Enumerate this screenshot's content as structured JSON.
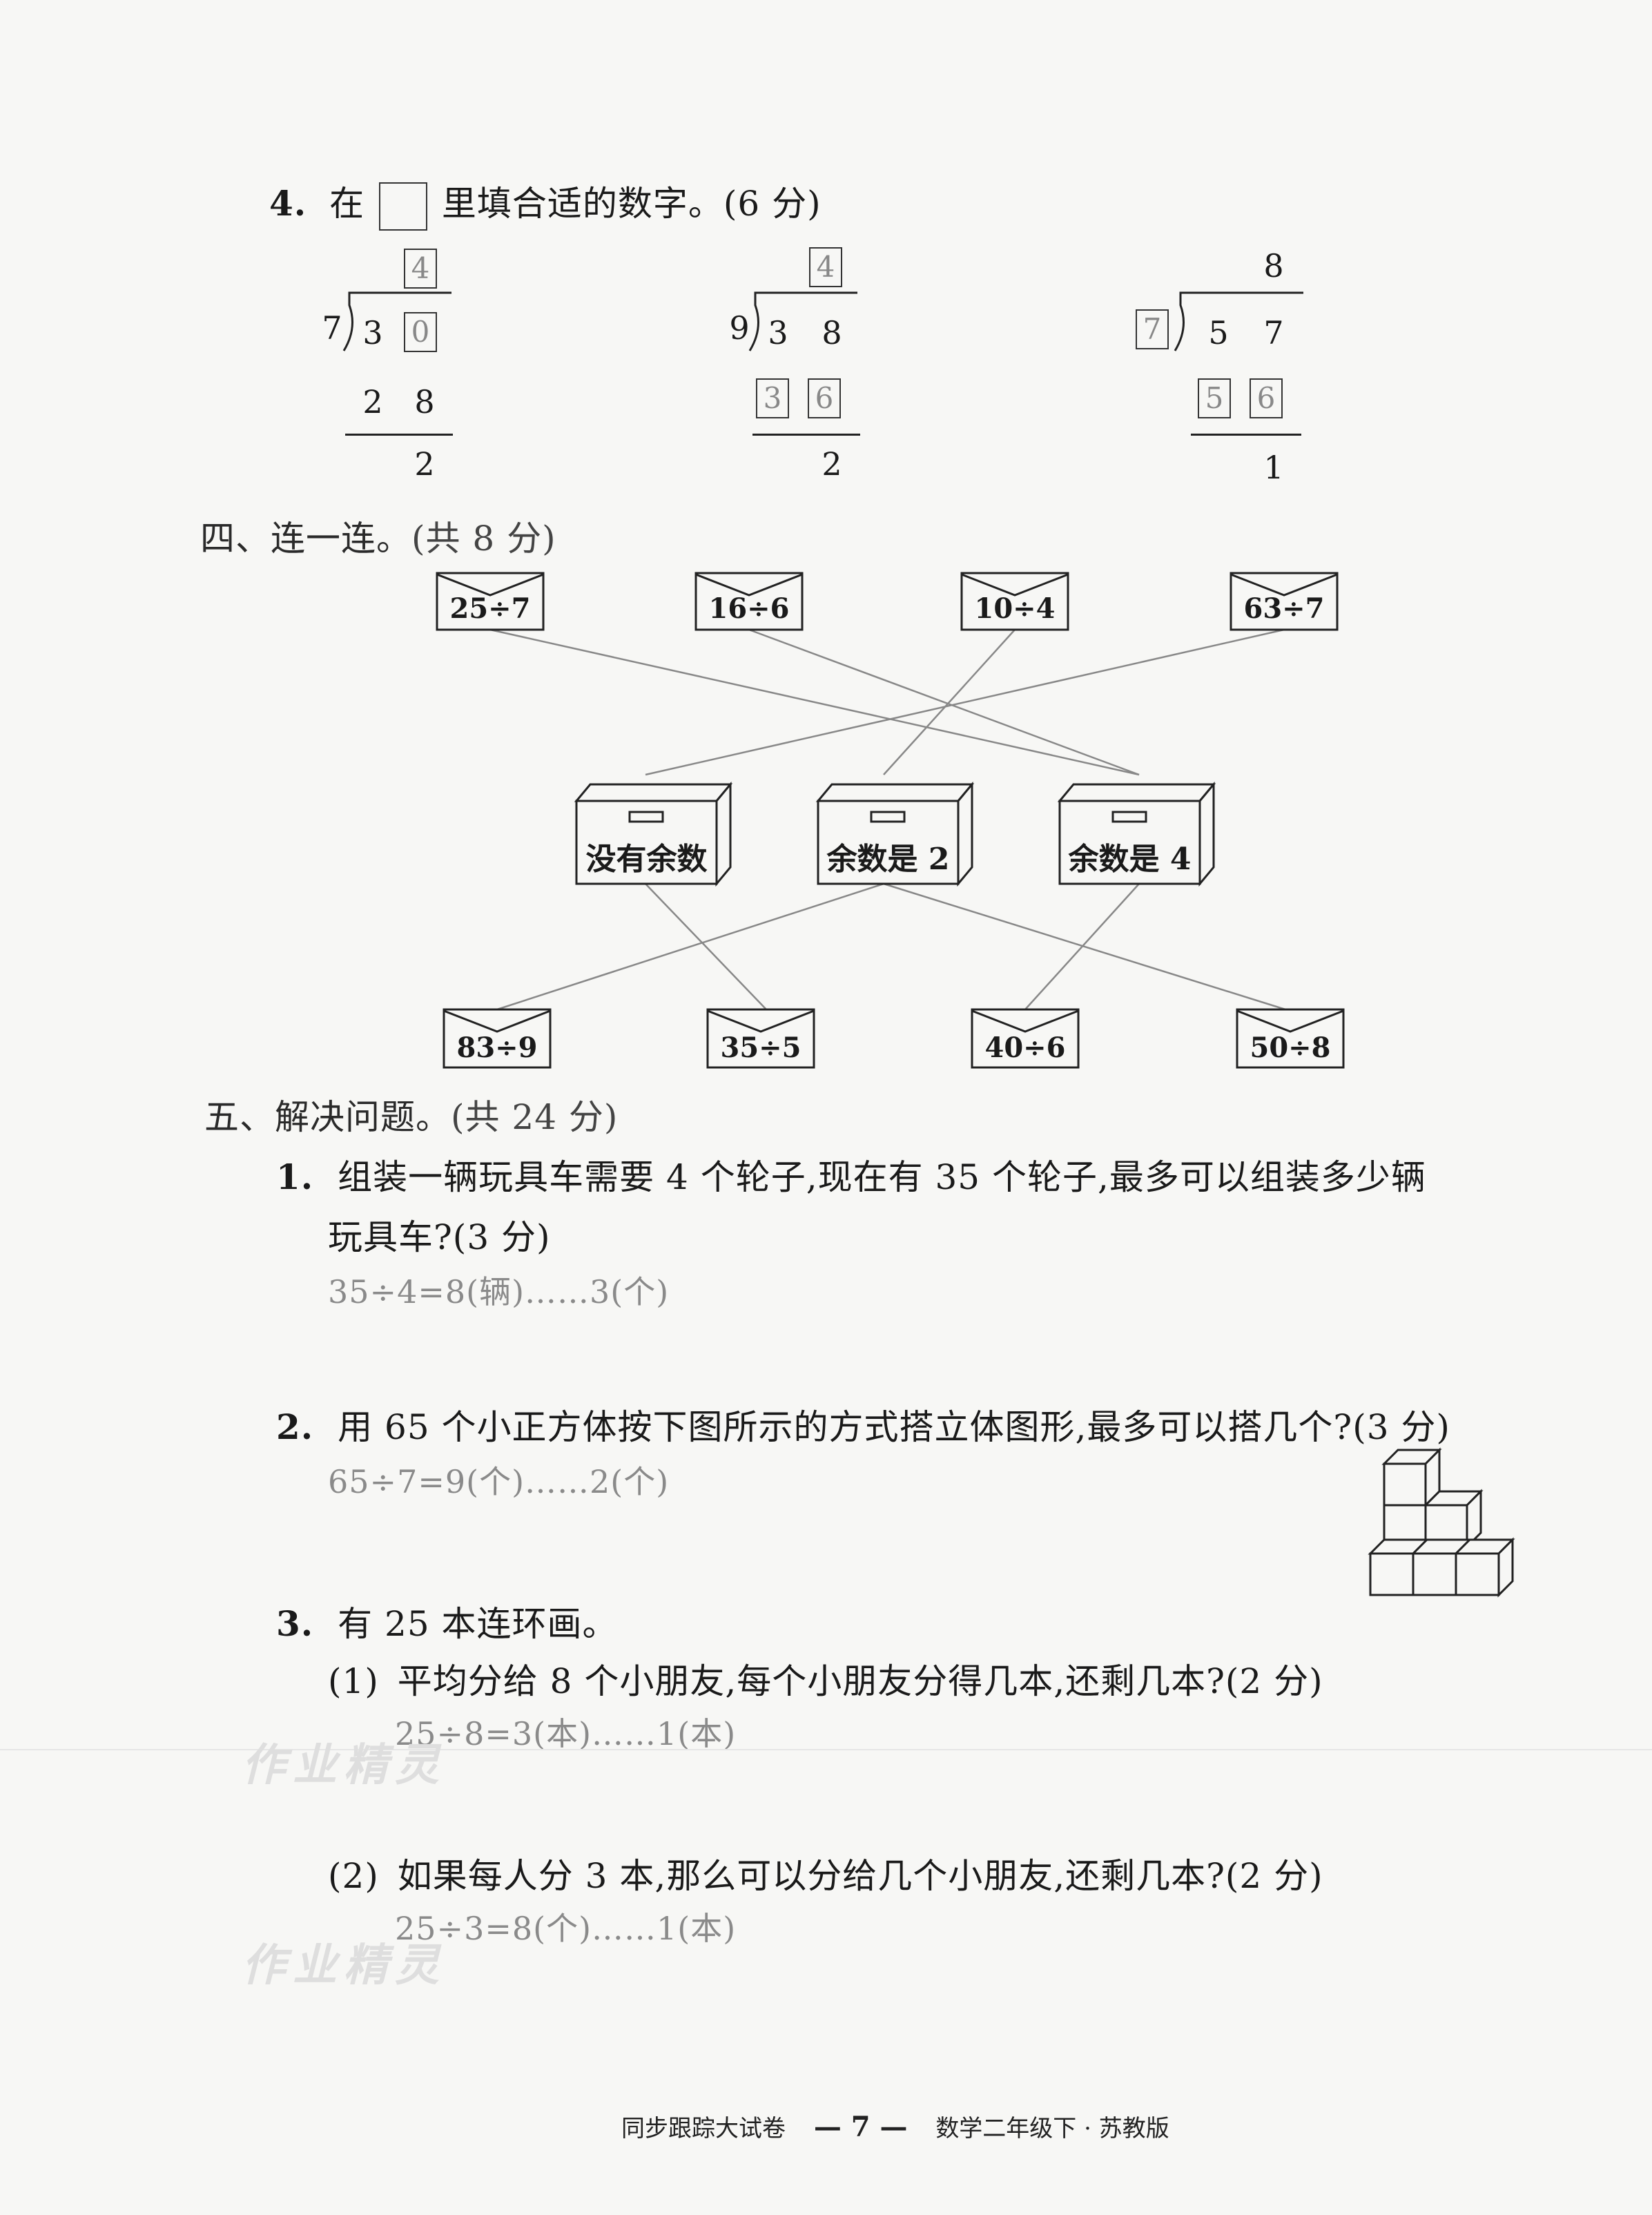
{
  "q4": {
    "number": "4.",
    "prefix": "在",
    "suffix": "里填合适的数字。(6 分)",
    "div1": {
      "top_box": "4",
      "divisor": "7",
      "d_fixed": "3",
      "d_box": "0",
      "p1": "2",
      "p2": "8",
      "rem": "2"
    },
    "div2": {
      "top_box": "4",
      "divisor": "9",
      "d1": "3",
      "d2": "8",
      "pb1": "3",
      "pb2": "6",
      "rem": "2"
    },
    "div3": {
      "quot": "8",
      "divisor_box": "7",
      "d1": "5",
      "d2": "7",
      "pb1": "5",
      "pb2": "6",
      "rem": "1"
    }
  },
  "section4": {
    "title": "四、连一连。",
    "score": "(共 8 分)"
  },
  "envelopes_top": [
    "25÷7",
    "16÷6",
    "10÷4",
    "63÷7"
  ],
  "boxes": [
    "没有余数",
    "余数是 2",
    "余数是 4"
  ],
  "envelopes_bottom": [
    "83÷9",
    "35÷5",
    "40÷6",
    "50÷8"
  ],
  "section5": {
    "title": "五、解决问题。",
    "score": "(共 24 分)"
  },
  "p1": {
    "number": "1.",
    "line1": "组装一辆玩具车需要 4 个轮子,现在有 35 个轮子,最多可以组装多少辆",
    "line2": "玩具车?(3 分)",
    "answer": "35÷4=8(辆)……3(个)"
  },
  "p2": {
    "number": "2.",
    "text": "用 65 个小正方体按下图所示的方式搭立体图形,最多可以搭几个?(3 分)",
    "answer": "65÷7=9(个)……2(个)"
  },
  "p3": {
    "number": "3.",
    "text": "有 25 本连环画。",
    "sub1": {
      "label": "(1)",
      "text": "平均分给 8 个小朋友,每个小朋友分得几本,还剩几本?(2 分)",
      "answer": "25÷8=3(本)……1(本)"
    },
    "sub2": {
      "label": "(2)",
      "text": "如果每人分 3 本,那么可以分给几个小朋友,还剩几本?(2 分)",
      "answer": "25÷3=8(个)……1(本)"
    }
  },
  "watermark": "作业精灵",
  "footer": {
    "left": "同步跟踪大试卷",
    "page": "— 7 —",
    "right": "数学二年级下 · 苏教版"
  }
}
